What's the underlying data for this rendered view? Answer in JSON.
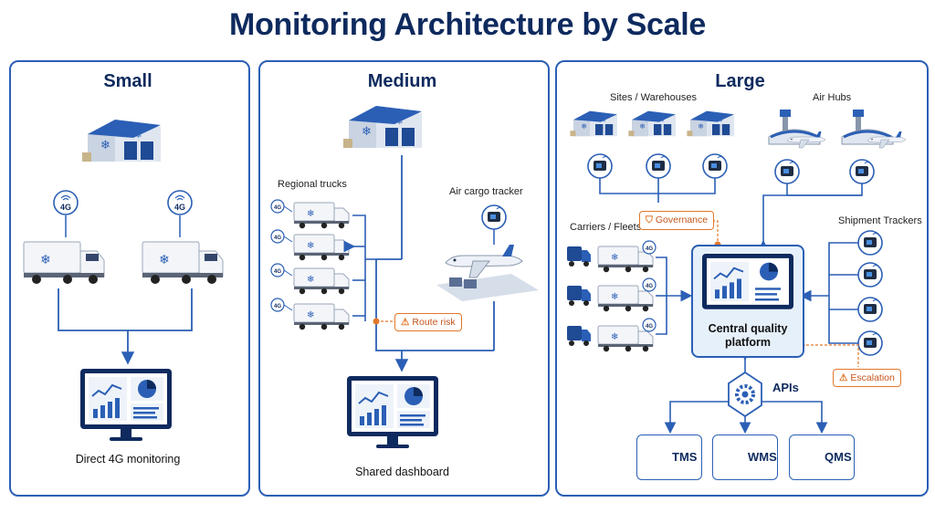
{
  "title": "Monitoring Architecture by Scale",
  "panels": {
    "small": {
      "title": "Small",
      "network_badge": "4G",
      "caption": "Direct 4G monitoring"
    },
    "medium": {
      "title": "Medium",
      "trucks_label": "Regional trucks",
      "air_label": "Air cargo tracker",
      "network_badge": "4G",
      "risk_tag": "Route risk",
      "caption": "Shared dashboard"
    },
    "large": {
      "title": "Large",
      "sites_label": "Sites / Warehouses",
      "hubs_label": "Air Hubs",
      "carriers_label": "Carriers / Fleets",
      "trackers_label": "Shipment Trackers",
      "governance_tag": "Governance",
      "escalation_tag": "Escalation",
      "central_label_line1": "Central quality",
      "central_label_line2": "platform",
      "apis_label": "APIs",
      "network_badge": "4G",
      "systems": [
        "TMS",
        "WMS",
        "QMS"
      ]
    }
  },
  "colors": {
    "accent": "#2b5fb5",
    "title": "#0e2a5e",
    "warning": "#e2772a",
    "panel_fill": "#e6f0fb"
  }
}
